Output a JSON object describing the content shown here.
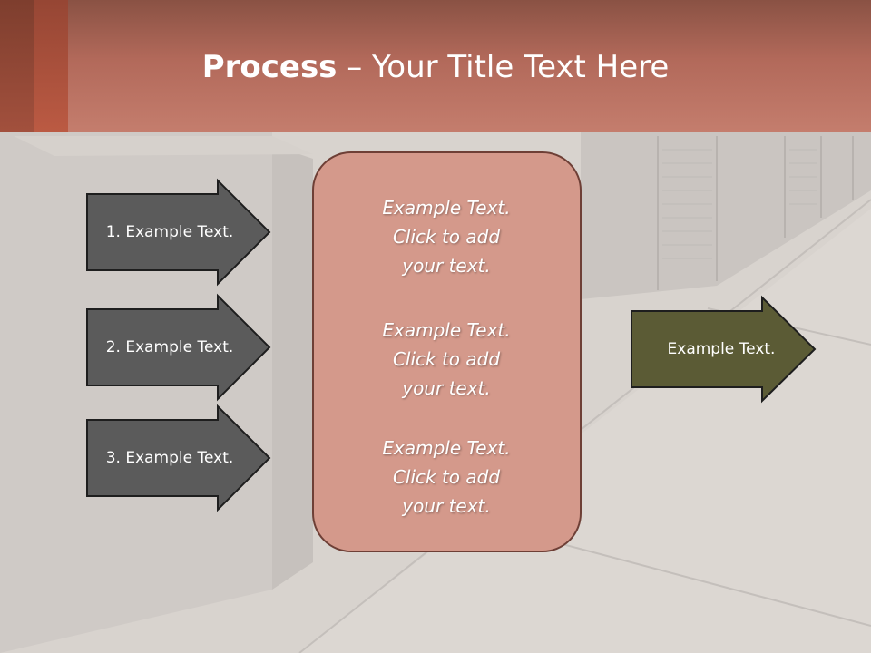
{
  "title": {
    "bold": "Process",
    "rest": " – Your Title Text Here"
  },
  "left_arrows": [
    {
      "label": "1. Example Text."
    },
    {
      "label": "2. Example Text."
    },
    {
      "label": "3. Example Text."
    }
  ],
  "center_box": {
    "blocks": [
      {
        "line1": "Example Text.",
        "line2": "Click  to add",
        "line3": "your text."
      },
      {
        "line1": "Example Text.",
        "line2": "Click  to add",
        "line3": "your text."
      },
      {
        "line1": "Example Text.",
        "line2": "Click  to add",
        "line3": "your text."
      }
    ]
  },
  "right_arrow": {
    "label": "Example Text."
  },
  "colors": {
    "header": "#c47d6d",
    "left_arrow_fill": "#5b5b5b",
    "center_box_fill": "#d4998b",
    "right_arrow_fill": "#5b5b35"
  }
}
